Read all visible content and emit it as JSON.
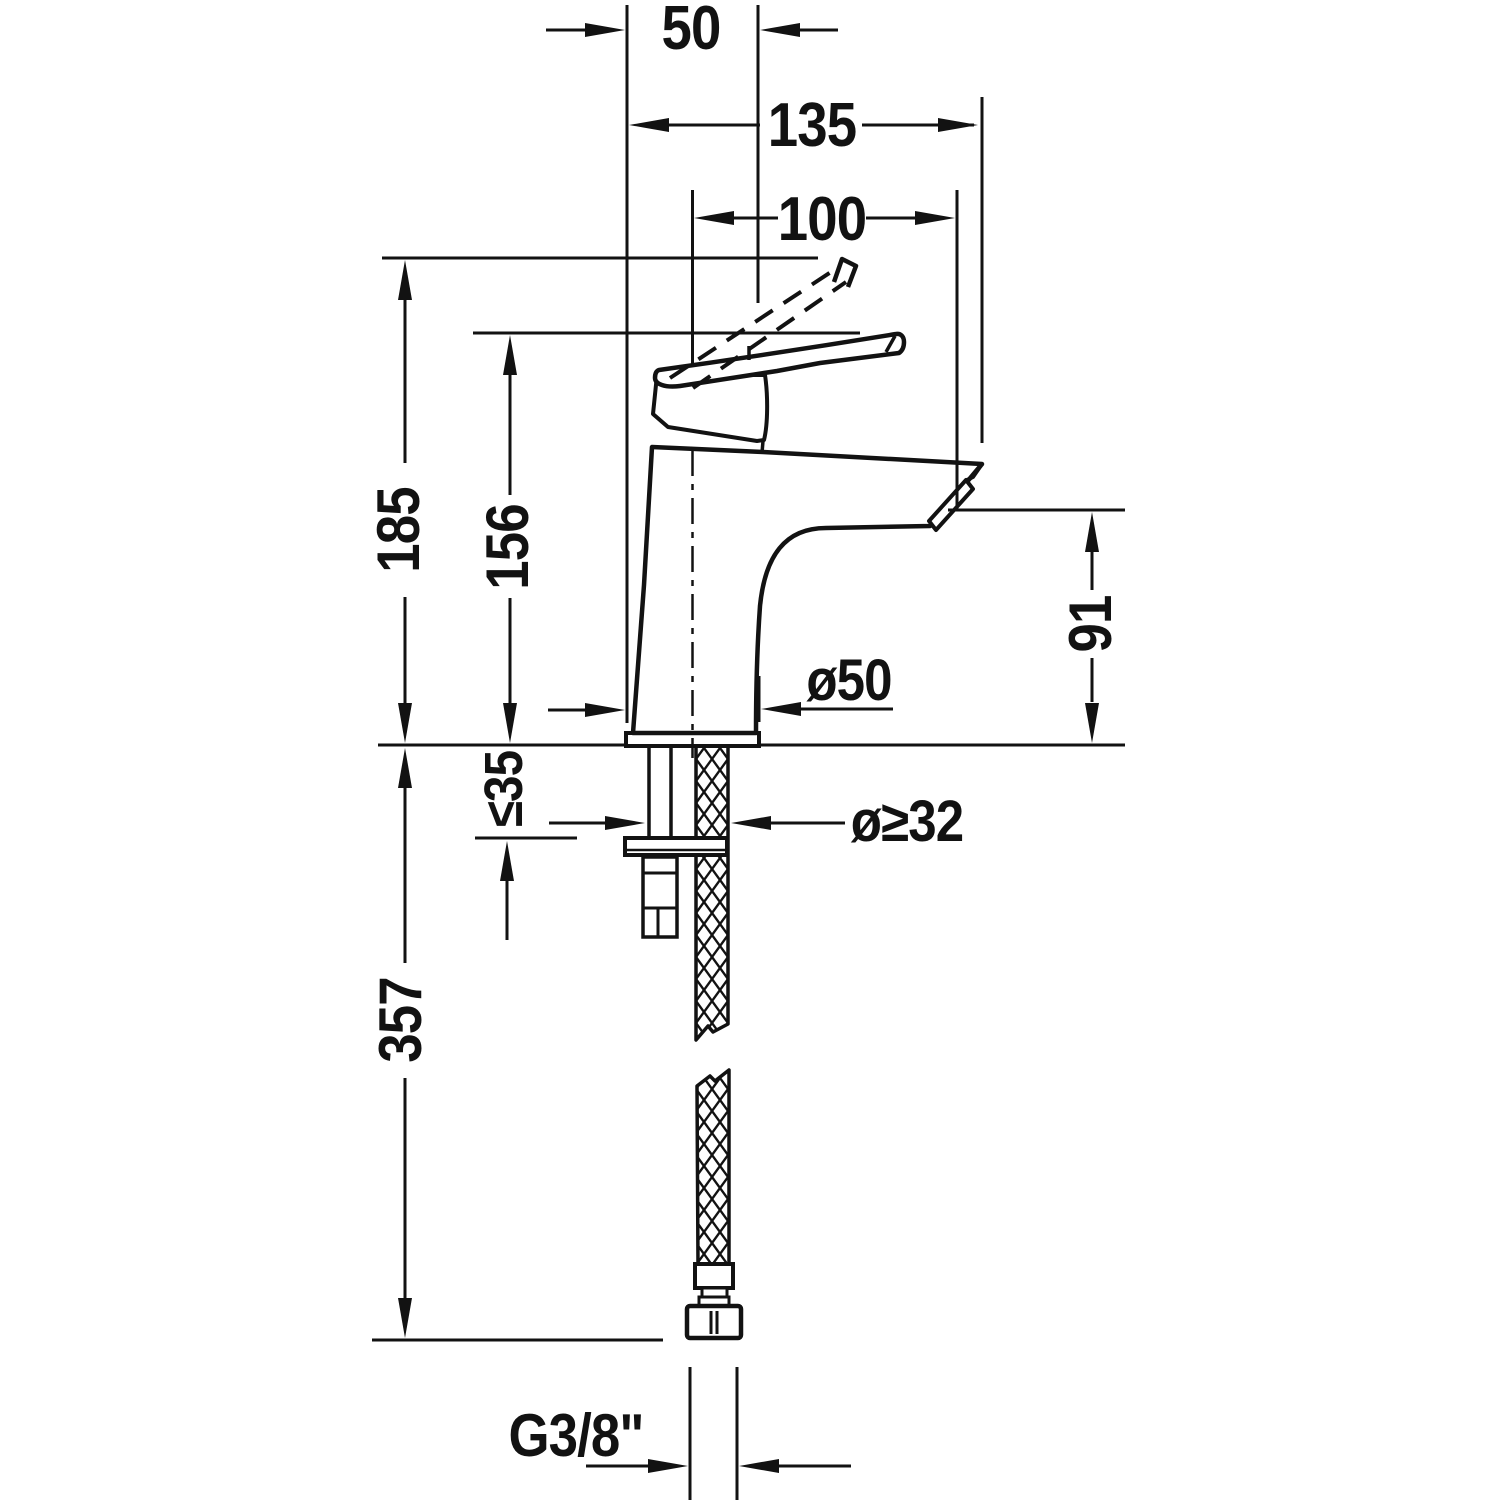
{
  "title": "Basin mixer tap — dimensional technical drawing",
  "dimensions": {
    "handle_width": "50",
    "depth_total": "135",
    "spout_reach": "100",
    "height_max": "185",
    "height_body": "156",
    "spout_height": "91",
    "base_diameter": "ø50",
    "deck_thickness_max": "≤35",
    "hole_diameter": "ø≥32",
    "hose_length": "357",
    "connection_thread": "G3/8\""
  },
  "colors": {
    "line": "#121212",
    "background": "#ffffff"
  }
}
